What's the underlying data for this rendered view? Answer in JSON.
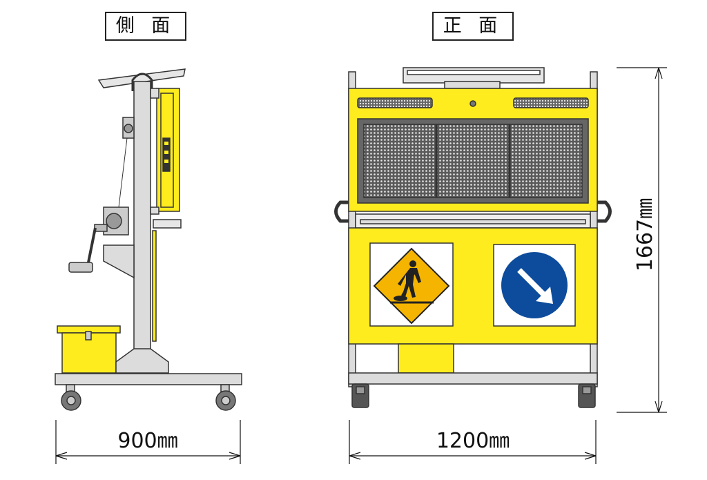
{
  "titles": {
    "side": "側 面",
    "front": "正 面"
  },
  "dimensions": {
    "depth": "900㎜",
    "width": "1200㎜",
    "height": "1667㎜"
  },
  "colors": {
    "yellow": "#ffec1e",
    "gray": "#dcdcdc",
    "outline": "#333333",
    "panel": "#555555",
    "sign_blue": "#0d4c9c",
    "sign_orange": "#f5b400"
  },
  "icons": [
    "road-work-sign-icon",
    "keep-left-arrow-sign-icon",
    "led-panel-icon",
    "caster-wheel-icon",
    "crank-handle-icon"
  ]
}
